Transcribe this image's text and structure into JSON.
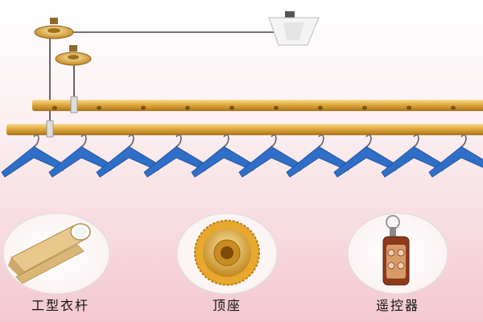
{
  "products": [
    {
      "id": "rod",
      "label": "工型衣杆"
    },
    {
      "id": "base",
      "label": "顶座"
    },
    {
      "id": "remote",
      "label": "遥控器"
    }
  ],
  "colors": {
    "rod_gold": "#d9a43c",
    "hanger_blue": "#2f6fc8",
    "background": "#f6d8dc"
  },
  "hanger_count": 10
}
